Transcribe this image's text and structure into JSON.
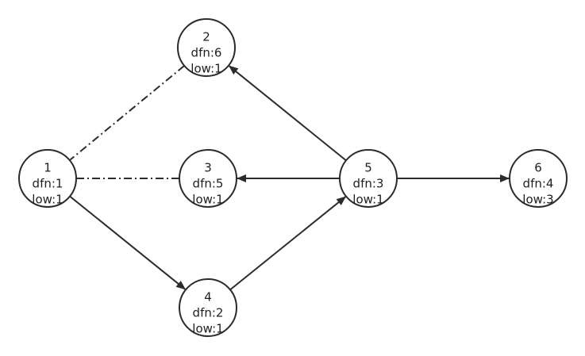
{
  "diagram": {
    "nodes": [
      {
        "id": "1",
        "lines": [
          "1",
          "dfn:1",
          "low:1"
        ]
      },
      {
        "id": "2",
        "lines": [
          "2",
          "dfn:6",
          "low:1"
        ]
      },
      {
        "id": "3",
        "lines": [
          "3",
          "dfn:5",
          "low:1"
        ]
      },
      {
        "id": "4",
        "lines": [
          "4",
          "dfn:2",
          "low:1"
        ]
      },
      {
        "id": "5",
        "lines": [
          "5",
          "dfn:3",
          "low:1"
        ]
      },
      {
        "id": "6",
        "lines": [
          "6",
          "dfn:4",
          "low:3"
        ]
      }
    ],
    "edges": [
      {
        "from": "1",
        "to": "4",
        "style": "solid",
        "arrow": true
      },
      {
        "from": "4",
        "to": "5",
        "style": "solid",
        "arrow": true
      },
      {
        "from": "5",
        "to": "6",
        "style": "solid",
        "arrow": true
      },
      {
        "from": "5",
        "to": "3",
        "style": "solid",
        "arrow": true
      },
      {
        "from": "5",
        "to": "2",
        "style": "solid",
        "arrow": true
      },
      {
        "from": "2",
        "to": "1",
        "style": "dash-dot",
        "arrow": false
      },
      {
        "from": "3",
        "to": "1",
        "style": "dash-dot",
        "arrow": false
      }
    ]
  }
}
